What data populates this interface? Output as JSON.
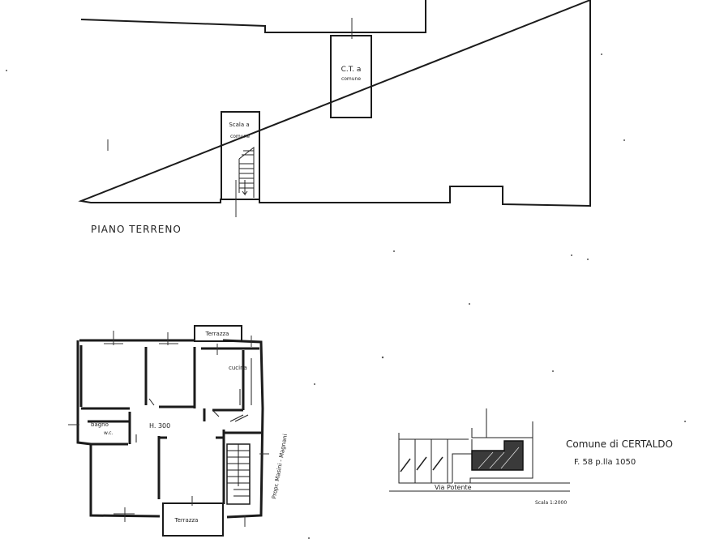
{
  "ground_floor": {
    "title": "PIANO TERRENO",
    "ct_label_1": "C.T. a",
    "ct_label_2": "comune",
    "stair_label_1": "Scala a",
    "stair_label_2": "comune"
  },
  "upper_floor": {
    "terrace_top": "Terrazza",
    "kitchen": "cucina",
    "bath_1": "bagno",
    "bath_2": "w.c.",
    "height": "H. 300",
    "terrace_bottom": "Terrazza",
    "neighbor": "Propr. Masini - Magnani"
  },
  "location": {
    "comune": "Comune di CERTALDO",
    "parcel": "F. 58 p.lla 1050",
    "street": "Via Potente",
    "scale": "Scala 1:2000"
  }
}
